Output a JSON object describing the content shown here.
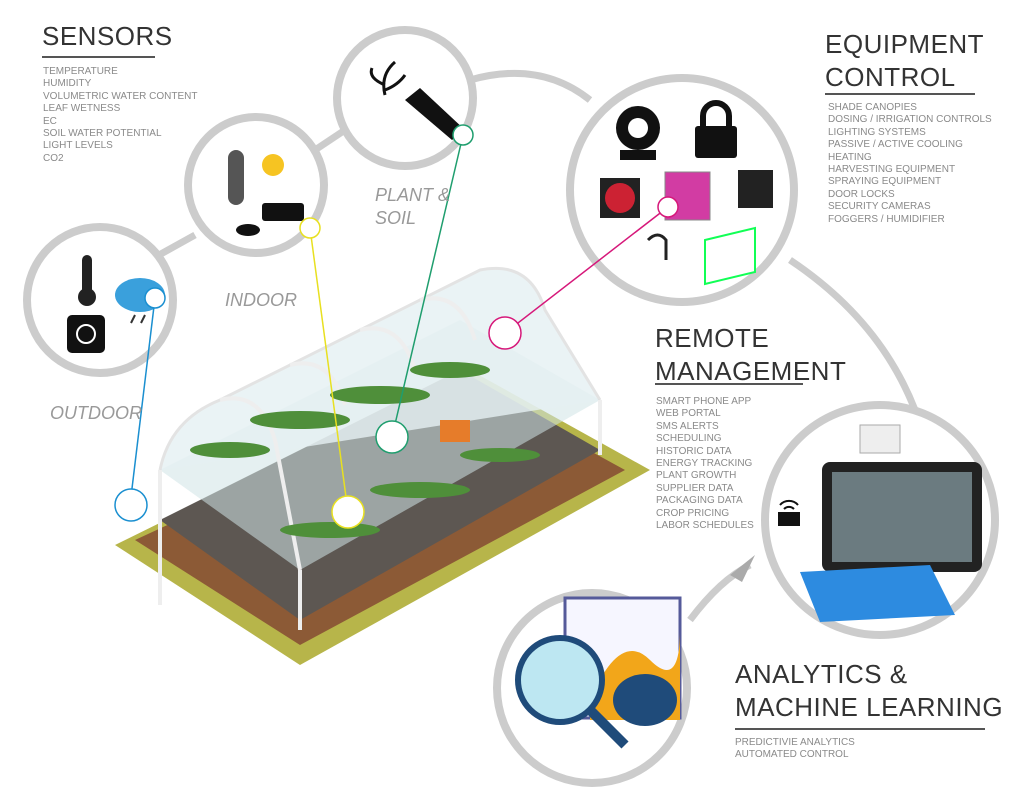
{
  "sensors": {
    "title": "SENSORS",
    "items": [
      "TEMPERATURE",
      "HUMIDITY",
      "VOLUMETRIC WATER CONTENT",
      "LEAF WETNESS",
      "EC",
      "SOIL WATER POTENTIAL",
      "LIGHT LEVELS",
      "CO2"
    ]
  },
  "equipment": {
    "title_line1": "EQUIPMENT",
    "title_line2": "CONTROL",
    "items": [
      "SHADE CANOPIES",
      "DOSING / IRRIGATION CONTROLS",
      "LIGHTING SYSTEMS",
      "PASSIVE / ACTIVE COOLING",
      "HEATING",
      "HARVESTING EQUIPMENT",
      "SPRAYING EQUIPMENT",
      "DOOR LOCKS",
      "SECURITY CAMERAS",
      "FOGGERS / HUMIDIFIER"
    ]
  },
  "remote": {
    "title_line1": "REMOTE",
    "title_line2": "MANAGEMENT",
    "items": [
      "SMART PHONE APP",
      "WEB PORTAL",
      "SMS ALERTS",
      "SCHEDULING",
      "HISTORIC DATA",
      "ENERGY TRACKING",
      "PLANT GROWTH",
      "SUPPLIER DATA",
      "PACKAGING DATA",
      "CROP PRICING",
      "LABOR SCHEDULES"
    ]
  },
  "analytics": {
    "title_line1": "ANALYTICS &",
    "title_line2": "MACHINE LEARNING",
    "items": [
      "PREDICTIVIE ANALYTICS",
      "AUTOMATED CONTROL"
    ]
  },
  "sensor_groups": {
    "outdoor": "OUTDOOR",
    "indoor": "INDOOR",
    "plant_soil_line1": "PLANT &",
    "plant_soil_line2": "SOIL"
  },
  "colors": {
    "outdoor_line": "#1a8fd0",
    "indoor_line": "#e8e020",
    "plant_line": "#1f9e6e",
    "equipment_line": "#d6187a",
    "ring": "#cccccc"
  }
}
